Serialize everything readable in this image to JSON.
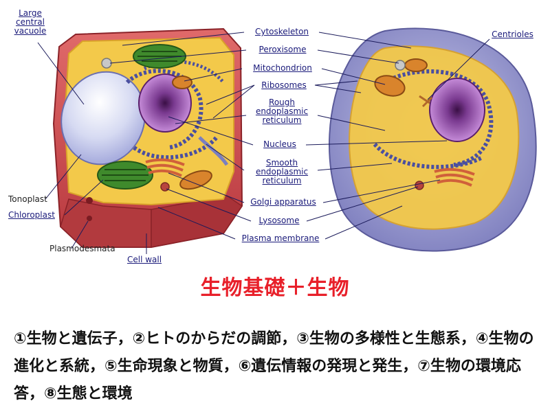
{
  "diagram": {
    "plant_labels": {
      "large_central_vacuole": [
        "Large",
        "central",
        "vacuole"
      ],
      "tonoplast": "Tonoplast",
      "chloroplast": "Chloroplast",
      "plasmodesmata": "Plasmodesmata",
      "cell_wall": "Cell wall"
    },
    "shared_labels": {
      "cytoskeleton": "Cytoskeleton",
      "peroxisome": "Peroxisome",
      "mitochondrion": "Mitochondrion",
      "ribosomes": "Ribosomes",
      "rough_er": [
        "Rough",
        "endoplasmic",
        "reticulum"
      ],
      "nucleus": "Nucleus",
      "smooth_er": [
        "Smooth",
        "endoplasmic",
        "reticulum"
      ],
      "golgi": "Golgi apparatus",
      "lysosome": "Lysosome",
      "plasma_membrane": "Plasma membrane"
    },
    "animal_labels": {
      "centrioles": "Centrioles"
    },
    "colors": {
      "label_text": "#1a1a7a",
      "leader_line": "#1a1a5a",
      "cell_wall": "#c8444a",
      "cytoplasm_plant": "#f3c94a",
      "cytoplasm_animal": "#8e8ec8",
      "nucleus": "#9c4fb0",
      "vacuole": "#d8dcf4",
      "chloroplast": "#3f8a2c",
      "mitochondrion": "#d9842c"
    }
  },
  "heading": "生物基礎＋生物",
  "topics": "①生物と遺伝子，②ヒトのからだの調節，③生物の多様性と生態系，④生物の進化と系統，⑤生命現象と物質，⑥遺伝情報の発現と発生，⑦生物の環境応答，⑧生態と環境",
  "colors": {
    "heading": "#e8202a",
    "topics": "#111111"
  }
}
